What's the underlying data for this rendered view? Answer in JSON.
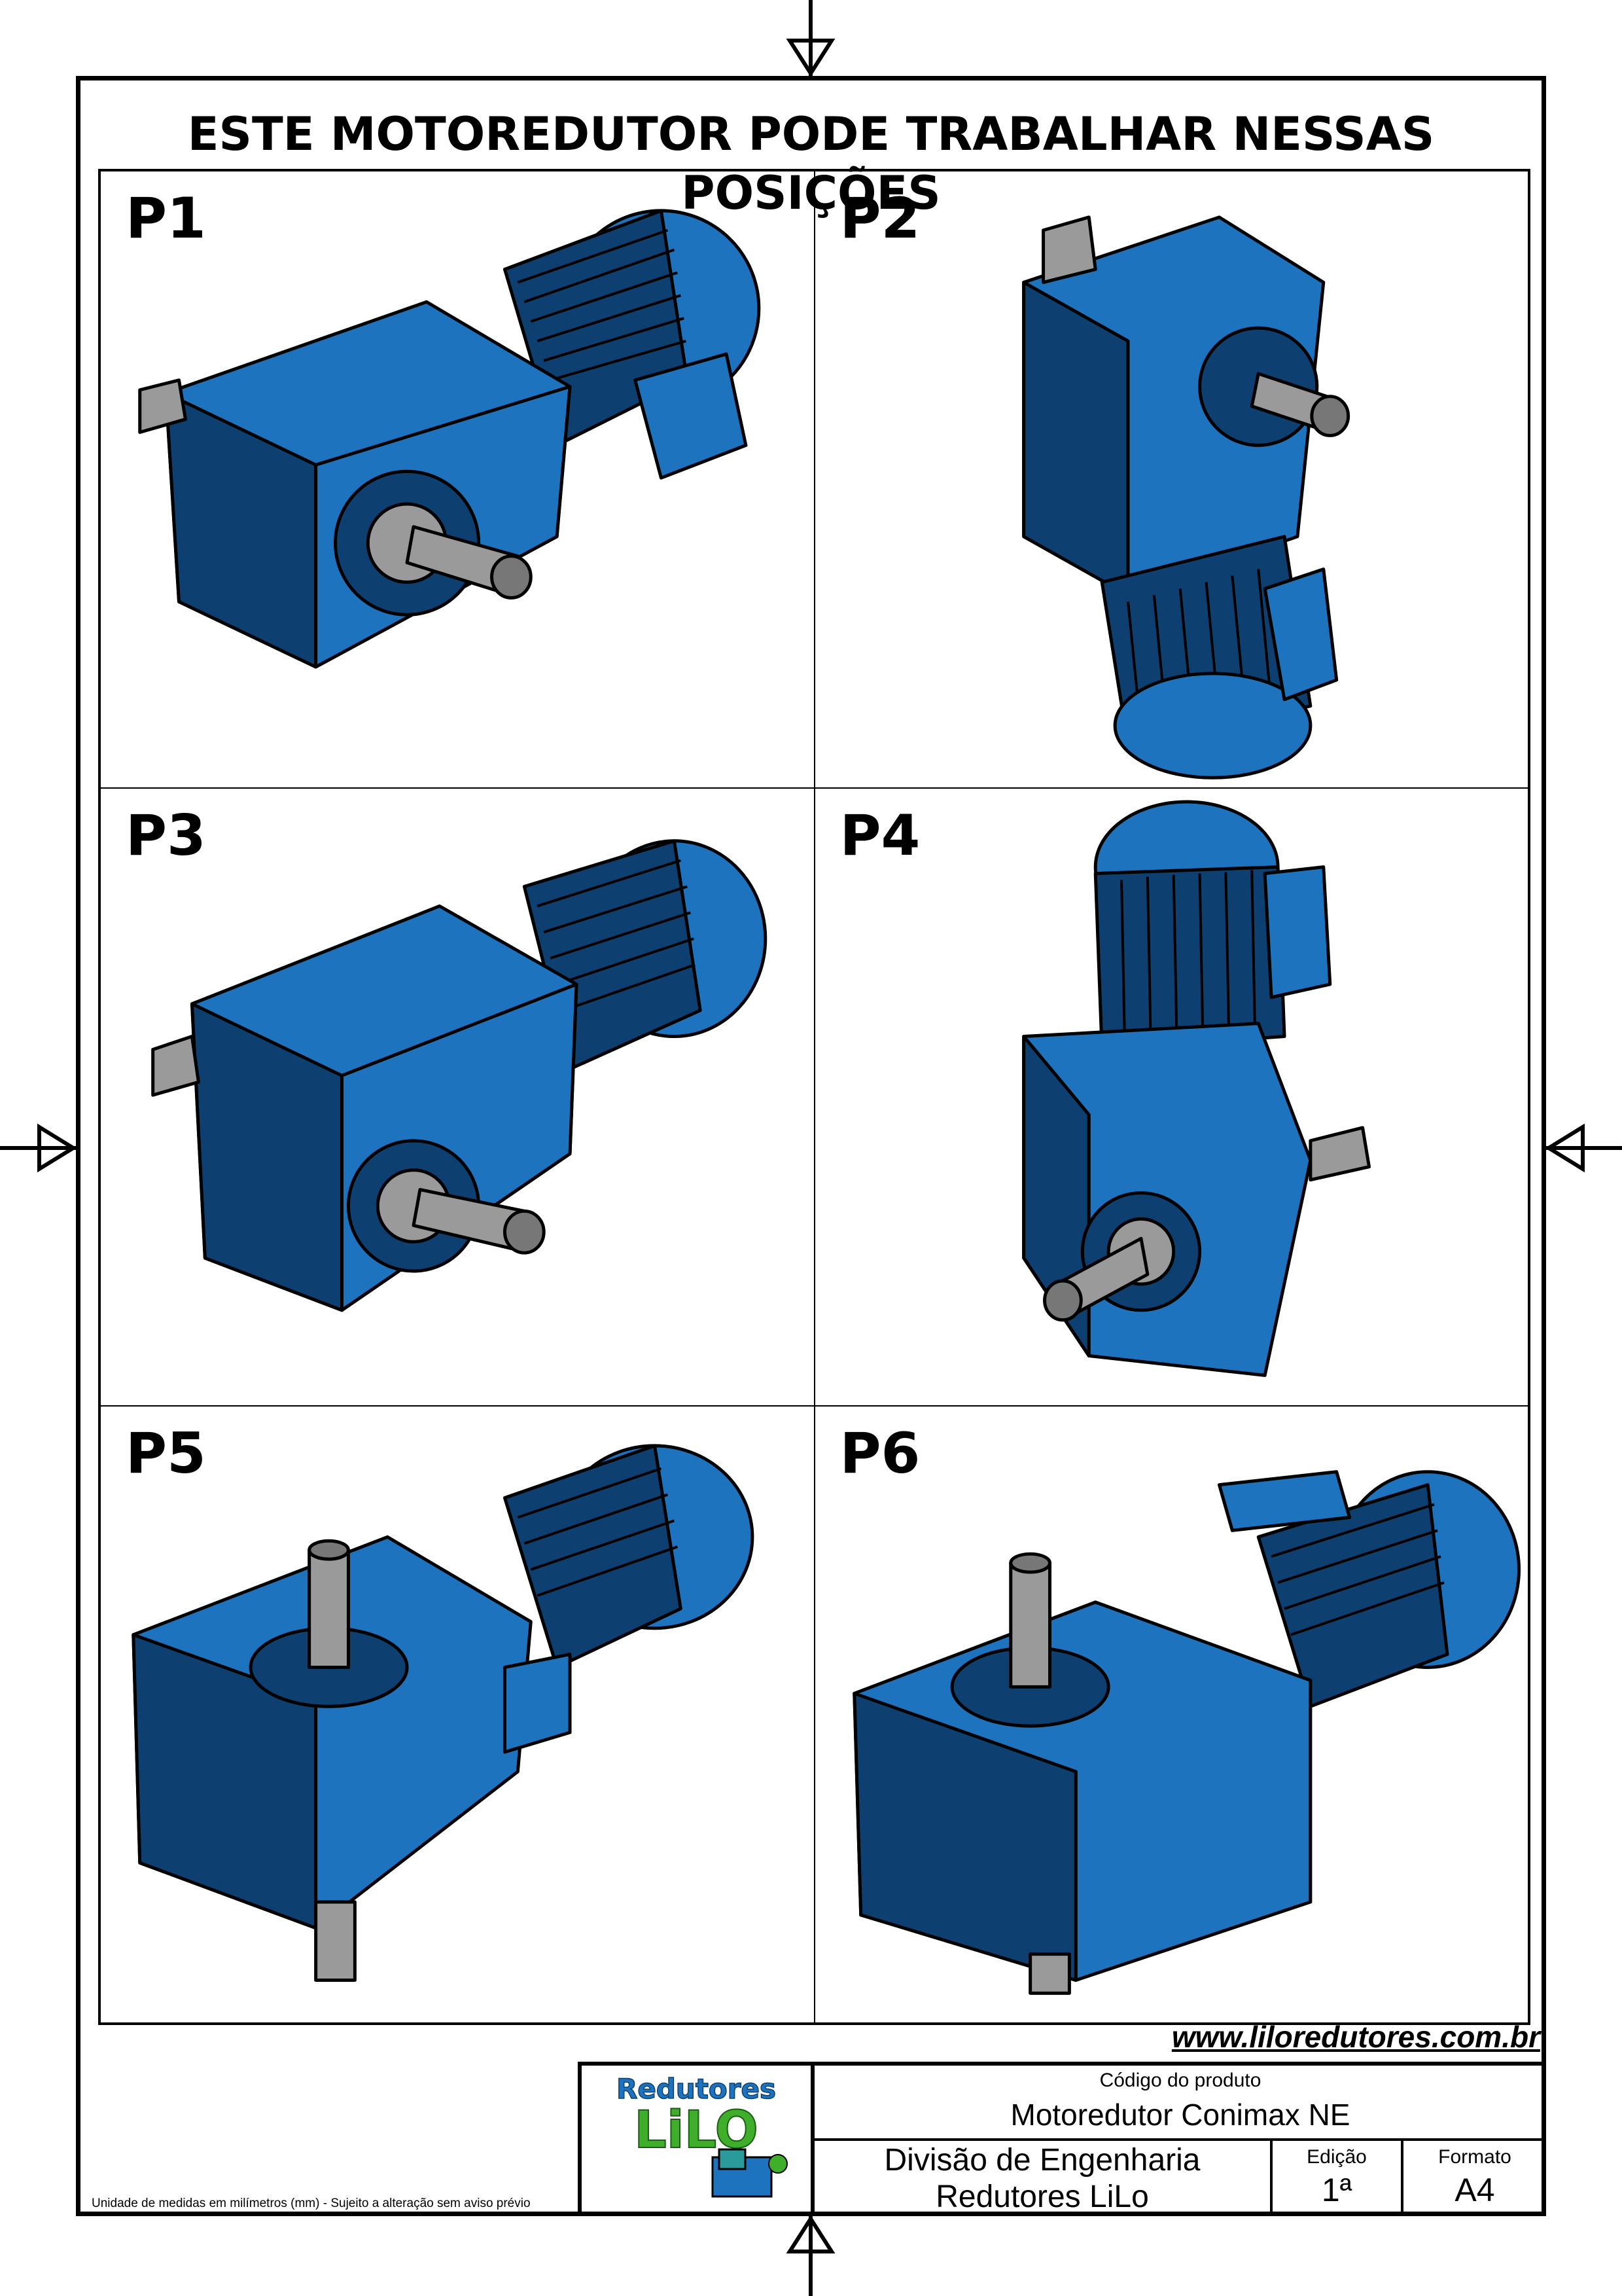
{
  "title": "ESTE MOTOREDUTOR PODE TRABALHAR NESSAS POSIÇÕES",
  "positions": [
    {
      "label": "P1"
    },
    {
      "label": "P2"
    },
    {
      "label": "P3"
    },
    {
      "label": "P4"
    },
    {
      "label": "P5"
    },
    {
      "label": "P6"
    }
  ],
  "website": "www.liloredutores.com.br",
  "logo": {
    "line1": "Redutores",
    "line2": "LiLO"
  },
  "title_block": {
    "code_label": "Código do produto",
    "code_value": "Motoredutor Conimax NE",
    "division_line1": "Divisão de Engenharia",
    "division_line2": "Redutores LiLo",
    "edition_label": "Edição",
    "edition_value": "1ª",
    "format_label": "Formato",
    "format_value": "A4"
  },
  "footnote": "Unidade de medidas em milímetros (mm) - Sujeito a alteração sem aviso prévio",
  "colors": {
    "motor_blue": "#1e73be",
    "motor_dark": "#0d3f70",
    "shaft_gray": "#9a9a9a"
  }
}
